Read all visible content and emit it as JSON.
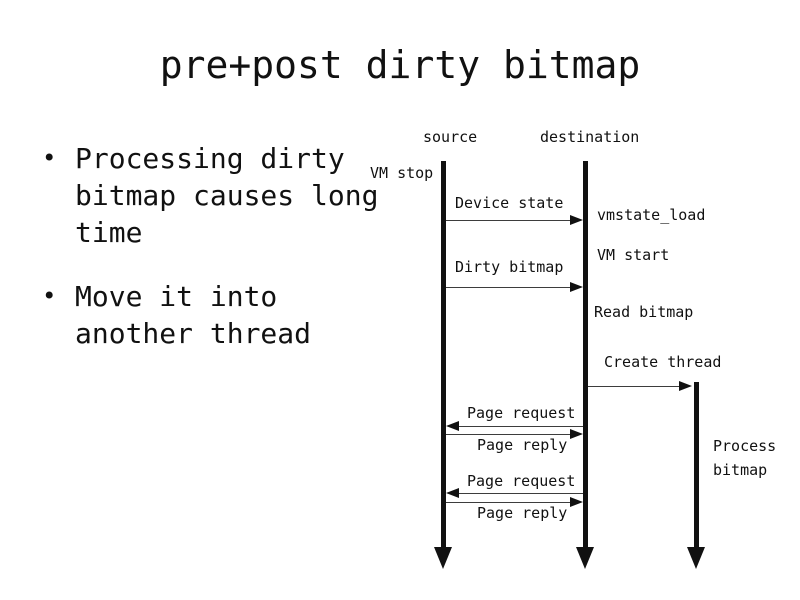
{
  "colors": {
    "ink": "#111111",
    "background": "#ffffff",
    "thin_line": "#3d3d3d"
  },
  "slide": {
    "title": "pre+post dirty bitmap",
    "bullet_glyph": "•",
    "bullets": [
      {
        "text": "Processing dirty bitmap causes long time"
      },
      {
        "text": "Move it into another thread"
      }
    ]
  },
  "diagram": {
    "lifelines": {
      "source": "source",
      "destination": "destination"
    },
    "labels": {
      "vm_stop": "VM stop",
      "vmstate_load": "vmstate_load",
      "vm_start": "VM start",
      "read_bitmap": "Read bitmap",
      "create_thread": "Create thread",
      "process_bitmap": "Process\nbitmap"
    },
    "messages": {
      "device_state": "Device state",
      "dirty_bitmap": "Dirty bitmap",
      "page_request_1": "Page request",
      "page_reply_1": "Page reply",
      "page_request_2": "Page request",
      "page_reply_2": "Page reply"
    }
  }
}
